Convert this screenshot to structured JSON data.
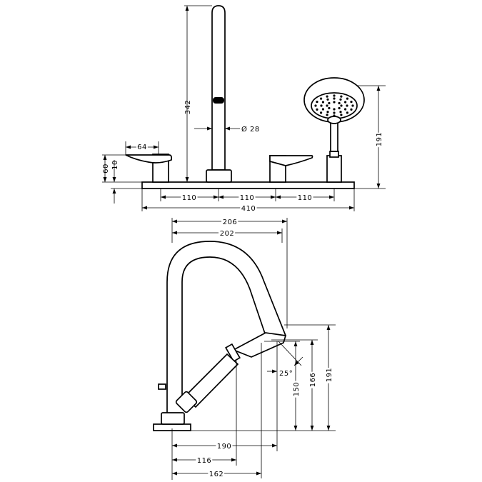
{
  "top_view": {
    "dimensions": {
      "spout_height": "342",
      "spout_diameter": "Ø 28",
      "handle_width": "64",
      "handle_height": "60",
      "lever_height": "10",
      "shower_height": "191",
      "spacing_left": "110",
      "spacing_center": "110",
      "spacing_right": "110",
      "total_width": "410"
    }
  },
  "side_view": {
    "dimensions": {
      "reach_outer": "206",
      "reach_inner": "202",
      "angle": "25°",
      "outlet_height": "150",
      "shower_tip_height": "166",
      "total_height": "191",
      "extension": "190",
      "hose_reach": "116",
      "head_reach": "162"
    }
  },
  "colors": {
    "line": "#000000",
    "background": "#ffffff"
  }
}
